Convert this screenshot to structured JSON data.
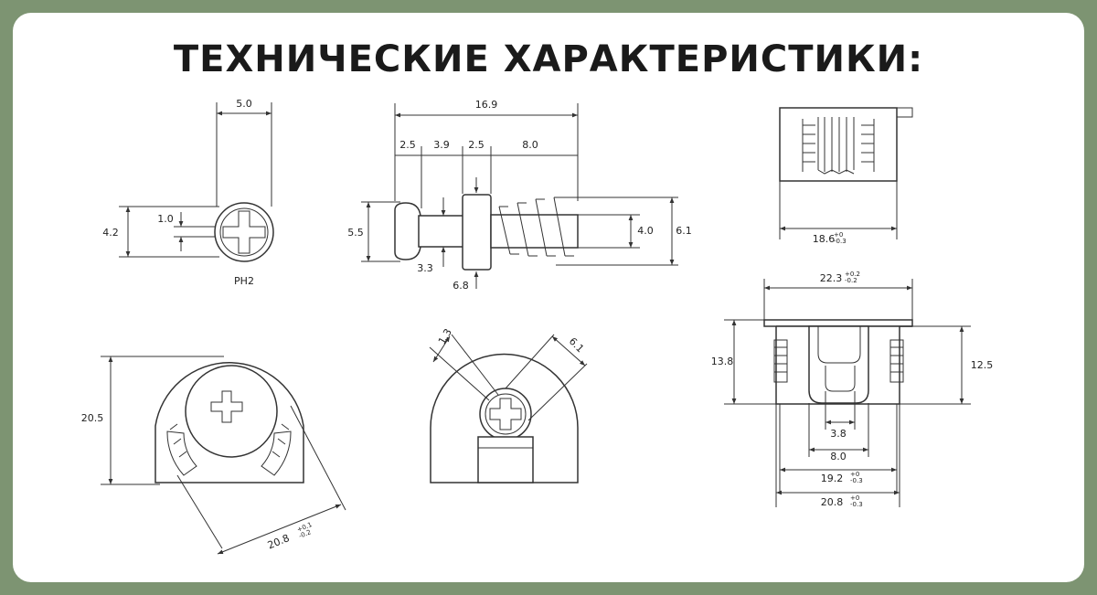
{
  "title": "ТЕХНИЧЕСКИЕ ХАРАКТЕРИСТИКИ:",
  "screw_head": {
    "width": "5.0",
    "height": "4.2",
    "slot": "1.0",
    "drive": "PH2"
  },
  "screw_side": {
    "total_length": "16.9",
    "segments": [
      "2.5",
      "3.9",
      "2.5",
      "8.0"
    ],
    "head_height": "5.5",
    "neck": "3.3",
    "collar": "6.8",
    "thread_core": "4.0",
    "thread_outer": "6.1"
  },
  "cam_side": {
    "width_main": "18.6",
    "width_sup_top": "+0",
    "width_sup_bottom": "-0.3"
  },
  "cam_front": {
    "height": "20.5",
    "diameter_main": "20.8",
    "diameter_sup_top": "+0.1",
    "diameter_sup_bottom": "-0.2"
  },
  "cam_small": {
    "slot": "1.3",
    "bore": "6.1"
  },
  "cam_section": {
    "top_width_main": "22.3",
    "top_width_sup_top": "+0.2",
    "top_width_sup_bottom": "-0.2",
    "height_left": "13.8",
    "height_right": "12.5",
    "inner_small": "3.8",
    "inner": "8.0",
    "body_main": "19.2",
    "body_sup_top": "+0",
    "body_sup_bottom": "-0.3",
    "outer_main": "20.8",
    "outer_sup_top": "+0",
    "outer_sup_bottom": "-0.3"
  }
}
